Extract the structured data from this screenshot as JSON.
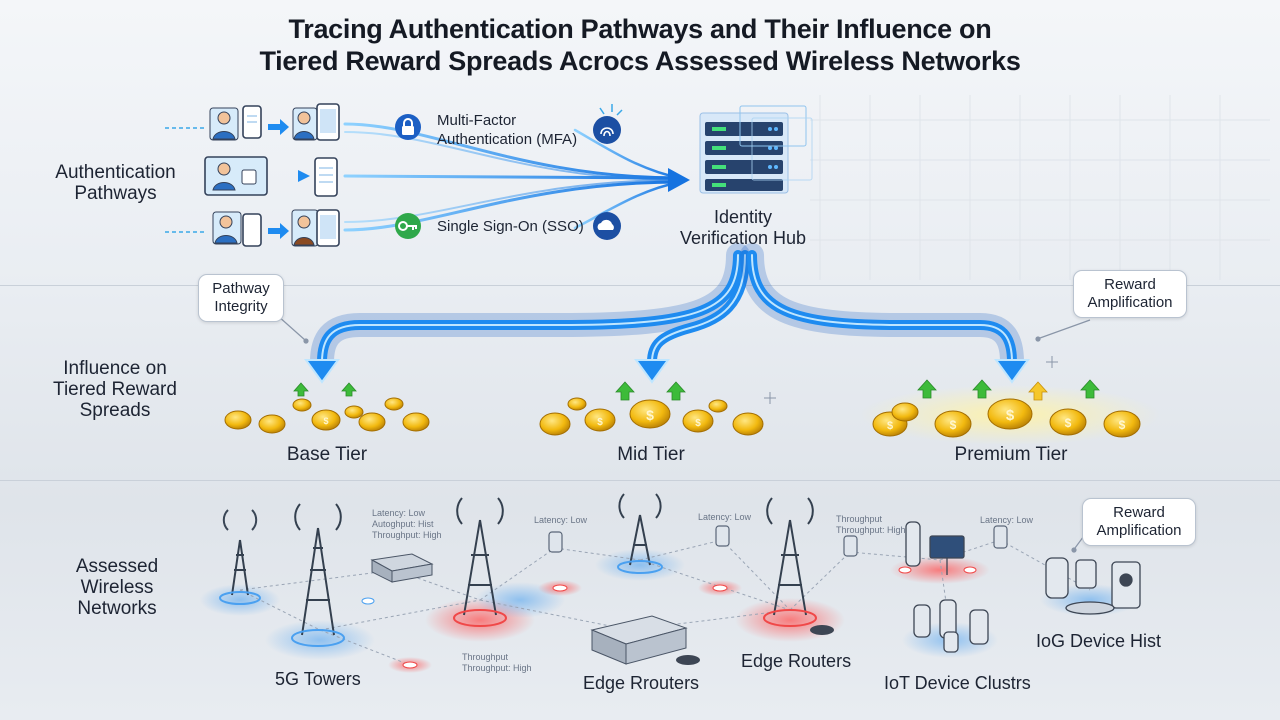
{
  "title": {
    "line1": "Tracing Authentication Pathways and Their Influence on",
    "line2": "Tiered Reward Spreads Acrocs Assessed Wireless Networks"
  },
  "sections": {
    "auth": [
      "Authentication",
      "Pathways"
    ],
    "influence": [
      "Influence on",
      "Tiered Reward",
      "Spreads"
    ],
    "networks": [
      "Assessed",
      "Wireless",
      "Networks"
    ]
  },
  "auth_methods": {
    "mfa": [
      "Multi-Factor",
      "Authentication (MFA)"
    ],
    "sso": "Single Sign-On (SSO)"
  },
  "hub": [
    "Identity",
    "Verification Hub"
  ],
  "callouts": {
    "pathway_integrity": [
      "Pathway",
      "Integrity"
    ],
    "reward_amplification_top": [
      "Reward",
      "Amplification"
    ],
    "reward_amplification_bottom": [
      "Reward",
      "Amplification"
    ]
  },
  "tiers": {
    "base": "Base Tier",
    "mid": "Mid Tier",
    "premium": "Premium Tier"
  },
  "networks": {
    "towers": "5G Towers",
    "edge_routers_1": "Edge Rrouters",
    "edge_routers_2": "Edge Routers",
    "iot_clusters": "IoT Device Clustrs",
    "iog_hist": "IoG Device Hist",
    "mini_labels": {
      "m1": [
        "Latency: Low",
        "Autoghput: Hist",
        "Throughput: High"
      ],
      "m2": [
        "Latency: Low"
      ],
      "m3": [
        "Latency: Low"
      ],
      "m4": [
        "Throughput",
        "Throughput: High"
      ],
      "m5": [
        "Latency: Low"
      ],
      "m6": [
        "Throughput",
        "Throughput: High"
      ]
    }
  },
  "colors": {
    "flow_blue": "#1e8bf0",
    "flow_glow": "#6cc4ff",
    "coin_gold": "#f2b90f",
    "arrow_green": "#3dbb3a",
    "hotspot_red": "#f04848",
    "hotspot_blue": "#4aa0f0"
  }
}
